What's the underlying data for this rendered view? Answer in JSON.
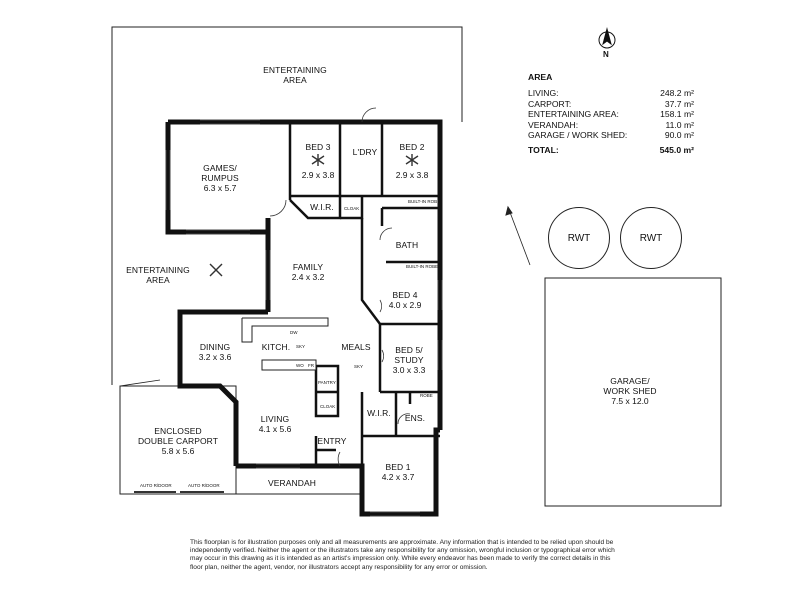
{
  "rooms": {
    "entertaining_top": {
      "name": "ENTERTAINING\nAREA"
    },
    "entertaining_left": {
      "name": "ENTERTAINING\nAREA"
    },
    "games": {
      "name": "GAMES/\nRUMPUS",
      "dims": "6.3 x 5.7"
    },
    "bed3": {
      "name": "BED 3",
      "dims": "2.9 x 3.8"
    },
    "ldry": {
      "name": "L'DRY"
    },
    "bed2": {
      "name": "BED 2",
      "dims": "2.9 x 3.8"
    },
    "wir_top": {
      "name": "W.I.R."
    },
    "cloak_top": {
      "name": "CLOAK"
    },
    "builtin_robe_1": {
      "name": "BUILT-IN ROBE"
    },
    "builtin_robe_2": {
      "name": "BUILT-IN ROBE"
    },
    "bath": {
      "name": "BATH"
    },
    "family": {
      "name": "FAMILY",
      "dims": "2.4 x 3.2"
    },
    "bed4": {
      "name": "BED 4",
      "dims": "4.0 x 2.9"
    },
    "dining": {
      "name": "DINING",
      "dims": "3.2 x 3.6"
    },
    "kitch": {
      "name": "KITCH."
    },
    "meals": {
      "name": "MEALS"
    },
    "bed5": {
      "name": "BED 5/\nSTUDY",
      "dims": "3.0 x 3.3"
    },
    "pantry": {
      "name": "PANTRY"
    },
    "cloak_mid": {
      "name": "CLOAK"
    },
    "living": {
      "name": "LIVING",
      "dims": "4.1 x 5.6"
    },
    "wir_bed1": {
      "name": "W.I.R."
    },
    "robe": {
      "name": "ROBE"
    },
    "ens": {
      "name": "ENS."
    },
    "entry": {
      "name": "ENTRY"
    },
    "bed1": {
      "name": "BED 1",
      "dims": "4.2 x 3.7"
    },
    "carport": {
      "name": "ENCLOSED\nDOUBLE CARPORT",
      "dims": "5.8 x 5.6"
    },
    "verandah": {
      "name": "VERANDAH"
    },
    "garage": {
      "name": "GARAGE/\nWORK SHED",
      "dims": "7.5 x 12.0"
    }
  },
  "fixtures": {
    "dw": "DW",
    "wo": "WO",
    "fr": "FR",
    "sky1": "SKY",
    "sky2": "SKY",
    "auto_door_1": "AUTO R/DOOR",
    "auto_door_2": "AUTO R/DOOR"
  },
  "tanks": [
    "RWT",
    "RWT"
  ],
  "compass": {
    "label": "N"
  },
  "area": {
    "title": "AREA",
    "rows": [
      {
        "label": "LIVING:",
        "value": "248.2 m²"
      },
      {
        "label": "CARPORT:",
        "value": "37.7 m²"
      },
      {
        "label": "ENTERTAINING AREA:",
        "value": "158.1 m²"
      },
      {
        "label": "VERANDAH:",
        "value": "11.0 m²"
      },
      {
        "label": "GARAGE / WORK SHED:",
        "value": "90.0 m²"
      }
    ],
    "total": {
      "label": "TOTAL:",
      "value": "545.0 m²"
    }
  },
  "disclaimer": "This floorplan is for illustration purposes only and all measurements are approximate. Any information that is intended to be relied upon should be independently verified. Neither the agent or the illustrators take any responsibility for any omission, wrongful inclusion or typographical error which may occur in this drawing as it is intended as an artist's impression only. While every endeavor has been made to verify the correct details in this floor plan, neither the agent, vendor, nor illustrators accept any responsibility for any error or omission."
}
